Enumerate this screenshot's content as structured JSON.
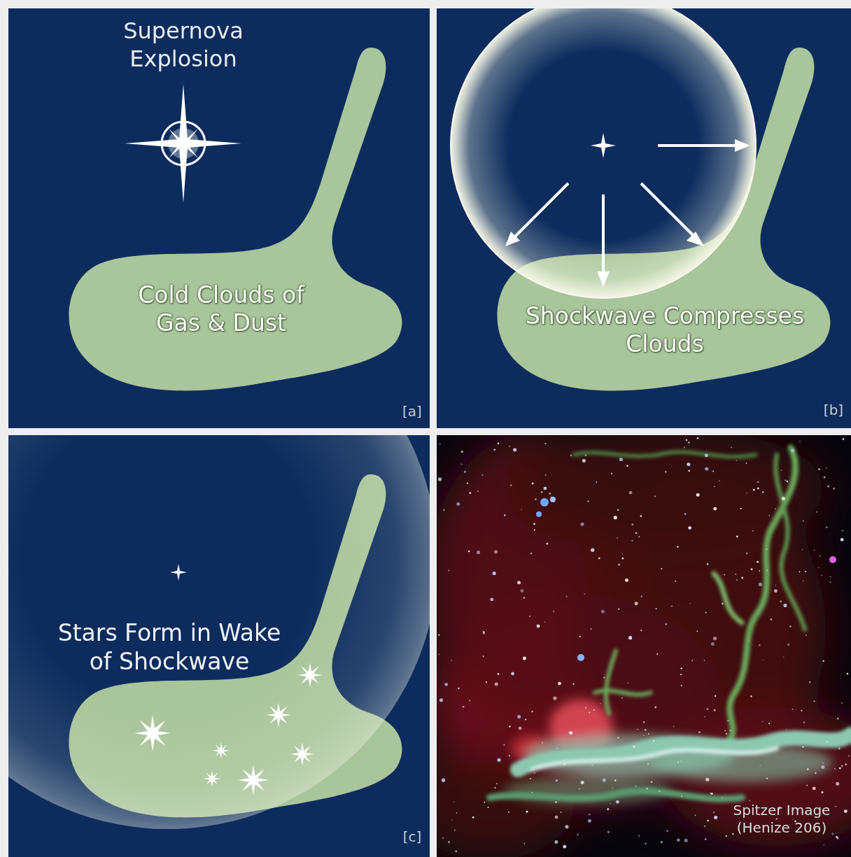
{
  "diagram": {
    "nodes": [
      {
        "text": [
          "Cold Clouds of Gas & Dust"
        ]
      },
      {
        "text": [
          "Shockwave Compresses Clouds"
        ]
      }
    ],
    "labels": [
      "Supernova Explosion",
      "[a]",
      "[b]",
      "Stars Form in Wake of Shockwave",
      "[c]",
      "Spitzer Image (Henize 206)"
    ]
  }
}
